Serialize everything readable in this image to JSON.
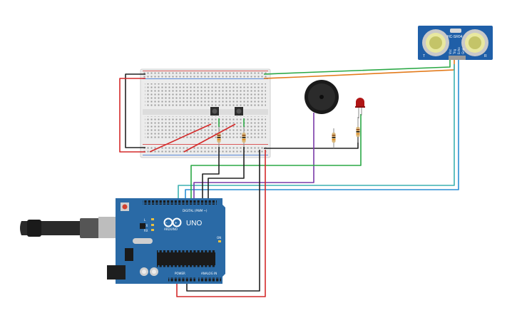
{
  "arduino": {
    "brand": "UNO",
    "maker": "ARDUINO",
    "digital_label": "DIGITAL (PWM ~)",
    "power_label": "POWER",
    "analog_label": "ANALOG IN",
    "tx_label": "TX",
    "rx_label": "RX",
    "l_label": "L",
    "on_label": "ON",
    "color_board": "#2a6aa6"
  },
  "sensor": {
    "model": "HC-SR04",
    "pin_vcc": "Vcc",
    "pin_trig": "Trig",
    "pin_echo": "Echo",
    "pin_gnd": "Gnd",
    "label_t": "T",
    "label_r": "R",
    "color_board": "#1f5fa8"
  },
  "breadboard": {
    "color": "#ececec"
  },
  "wire_colors": {
    "red": "#d42a2a",
    "black": "#222222",
    "green": "#2aa845",
    "orange": "#e37b1c",
    "purple": "#7a3aa8",
    "blue": "#2a8fd4",
    "teal": "#3bb0b0"
  }
}
